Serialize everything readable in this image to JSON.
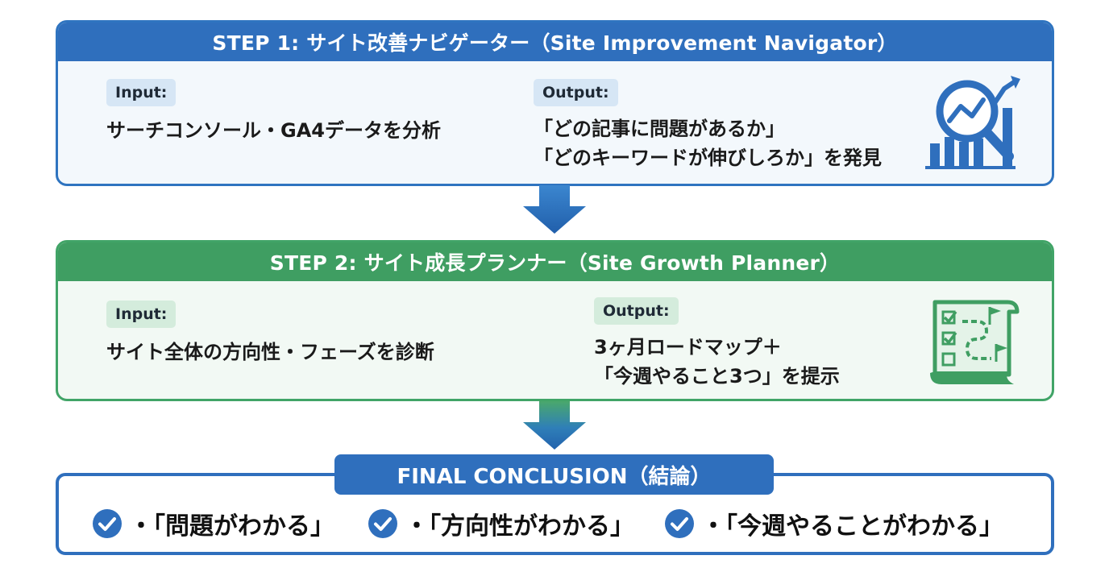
{
  "step1": {
    "title": "STEP 1: サイト改善ナビゲーター（Site Improvement Navigator）",
    "input_label": "Input:",
    "input_text": "サーチコンソール・GA4データを分析",
    "output_label": "Output:",
    "output_line1": "「どの記事に問題があるか」",
    "output_line2": "「どのキーワードが伸びしろか」を発見",
    "icon": "analytics-magnifier-icon",
    "color": "#2f6fbd"
  },
  "step2": {
    "title": "STEP 2: サイト成長プランナー（Site Growth Planner）",
    "input_label": "Input:",
    "input_text": "サイト全体の方向性・フェーズを診断",
    "output_label": "Output:",
    "output_line1": "3ヶ月ロードマップ＋",
    "output_line2": "「今週やること3つ」を提示",
    "icon": "roadmap-checklist-icon",
    "color": "#3f9e62"
  },
  "conclusion": {
    "title": "FINAL CONCLUSION（結論）",
    "items": [
      "・「問題がわかる」",
      "・「方向性がわかる」",
      "・「今週やることがわかる」"
    ],
    "color": "#2f6fbd"
  }
}
